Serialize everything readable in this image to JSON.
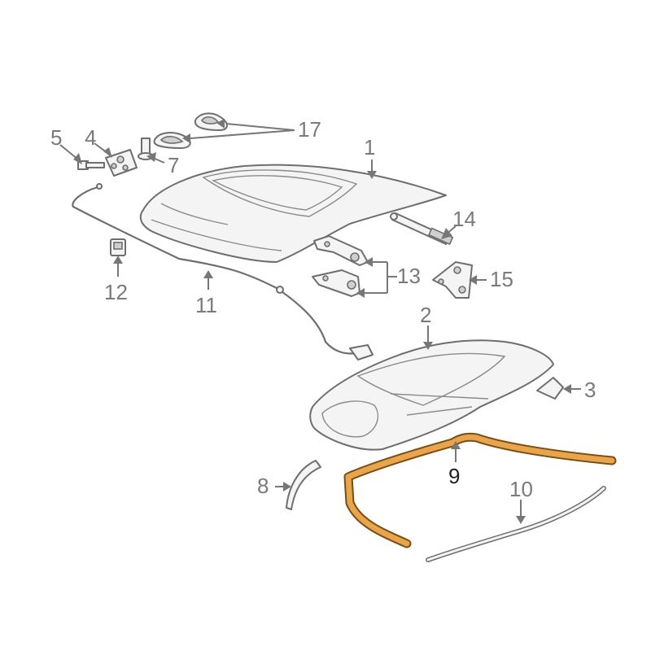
{
  "highlight_color": "#e8a54b",
  "callouts": {
    "c1": "1",
    "c2": "2",
    "c3": "3",
    "c4": "4",
    "c5": "5",
    "c7": "7",
    "c8": "8",
    "c9": "9",
    "c10": "10",
    "c11": "11",
    "c12": "12",
    "c13": "13",
    "c14": "14",
    "c15": "15",
    "c17": "17"
  }
}
